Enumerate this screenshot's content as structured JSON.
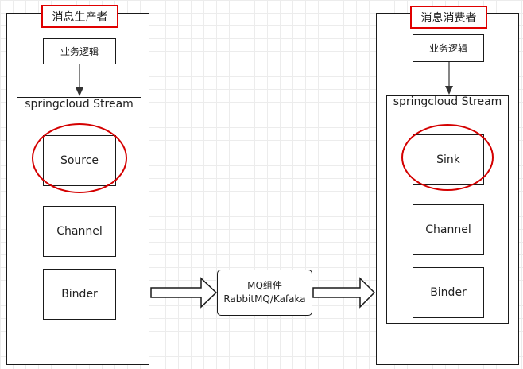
{
  "producer": {
    "title": "消息生产者",
    "logic": "业务逻辑",
    "stream": "springcloud Stream",
    "source": "Source",
    "channel": "Channel",
    "binder": "Binder"
  },
  "consumer": {
    "title": "消息消费者",
    "logic": "业务逻辑",
    "stream": "springcloud Stream",
    "sink": "Sink",
    "channel": "Channel",
    "binder": "Binder"
  },
  "mq": {
    "line1": "MQ组件",
    "line2": "RabbitMQ/Kafaka"
  }
}
